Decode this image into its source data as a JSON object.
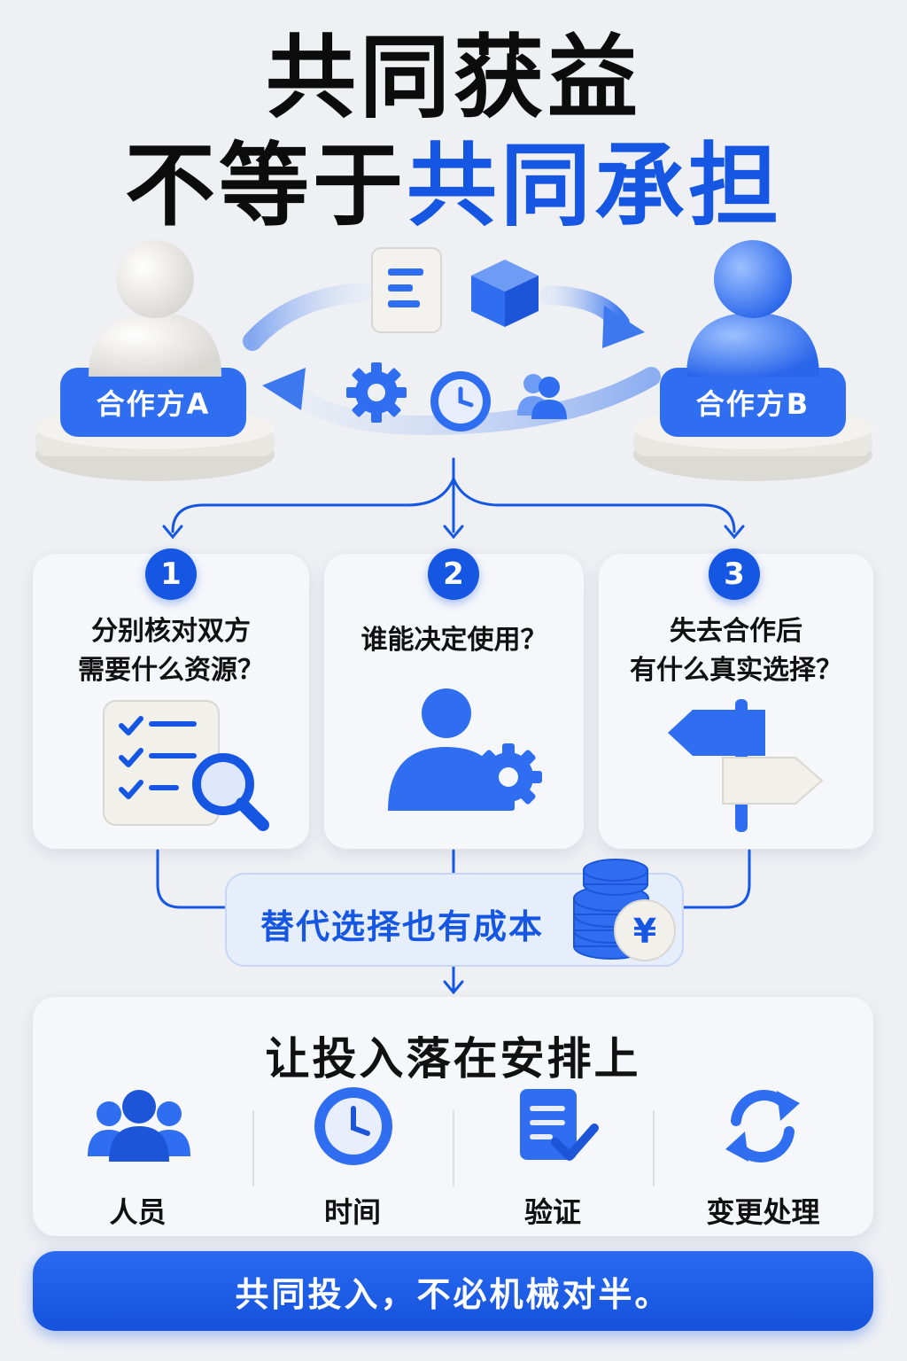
{
  "title": {
    "line1": "共同获益",
    "line2_black": "不等于",
    "line2_blue": "共同承担"
  },
  "parties": {
    "a": "合作方A",
    "b": "合作方B"
  },
  "questions": [
    {
      "number": "1",
      "line1": "分别核对双方",
      "line2": "需要什么资源？"
    },
    {
      "number": "2",
      "line1": "谁能决定使用？",
      "line2": ""
    },
    {
      "number": "3",
      "line1": "失去合作后",
      "line2": "有什么真实选择？"
    }
  ],
  "cost": {
    "text": "替代选择也有成本",
    "currency_symbol": "¥"
  },
  "arrangement": {
    "title": "让投入落在安排上",
    "items": [
      {
        "label": "人员",
        "icon": "people-icon"
      },
      {
        "label": "时间",
        "icon": "clock-icon"
      },
      {
        "label": "验证",
        "icon": "document-check-icon"
      },
      {
        "label": "变更处理",
        "icon": "refresh-icon"
      }
    ]
  },
  "footer": "共同投入，不必机械对半。",
  "colors": {
    "accent": "#1556e3",
    "background": "#eef0f4"
  }
}
